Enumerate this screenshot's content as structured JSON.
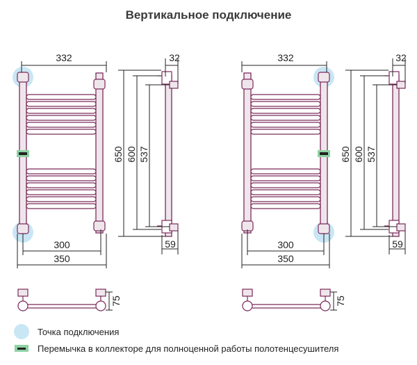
{
  "title": "Вертикальное подключение",
  "colors": {
    "frame": "#7a2a5a",
    "frame_fill": "#efe6ec",
    "connection_point": "#c9e6f4",
    "jumper": "#8ed2a4",
    "dimension_line": "#222222"
  },
  "left_unit": {
    "width_top": "332",
    "side_width": "32",
    "height_650": "650",
    "height_600": "600",
    "height_537": "537",
    "width_300": "300",
    "width_350": "350",
    "depth_59": "59",
    "depth_75": "75"
  },
  "right_unit": {
    "width_top": "332",
    "side_width": "32",
    "height_650": "650",
    "height_600": "600",
    "height_537": "537",
    "width_300": "300",
    "width_350": "350",
    "depth_59": "59",
    "depth_75": "75"
  },
  "legend": {
    "connection_point": "Точка подключения",
    "jumper": "Перемычка в коллекторе для полноценной работы полотенцесушителя"
  }
}
